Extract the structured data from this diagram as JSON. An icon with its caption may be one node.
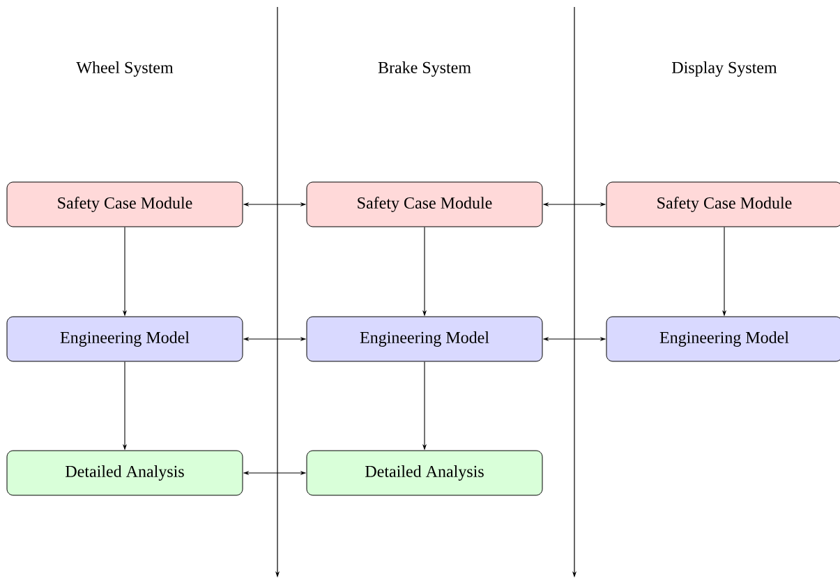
{
  "diagram": {
    "nodes": [
      {
        "text": [
          "Safety Case Module"
        ]
      },
      {
        "text": [
          "Safety Case Module"
        ]
      },
      {
        "text": [
          "Safety Case Module"
        ]
      },
      {
        "text": [
          "Engineering Model"
        ]
      },
      {
        "text": [
          "Engineering Model"
        ]
      },
      {
        "text": [
          "Engineering Model"
        ]
      },
      {
        "text": [
          "Detailed Analysis"
        ]
      },
      {
        "text": [
          "Detailed Analysis"
        ]
      }
    ],
    "edges": [
      {
        "from": 0,
        "to": 1,
        "arrow": "both"
      },
      {
        "from": 1,
        "to": 2,
        "arrow": "both"
      },
      {
        "from": 0,
        "to": 3,
        "arrow": "to"
      },
      {
        "from": 1,
        "to": 4,
        "arrow": "to"
      },
      {
        "from": 2,
        "to": 5,
        "arrow": "to"
      },
      {
        "from": 3,
        "to": 4,
        "arrow": "both"
      },
      {
        "from": 4,
        "to": 5,
        "arrow": "both"
      },
      {
        "from": 3,
        "to": 6,
        "arrow": "to"
      },
      {
        "from": 4,
        "to": 7,
        "arrow": "to"
      },
      {
        "from": 6,
        "to": 7,
        "arrow": "both"
      }
    ],
    "labels": [
      "Wheel System",
      "Brake System",
      "Display System"
    ]
  }
}
